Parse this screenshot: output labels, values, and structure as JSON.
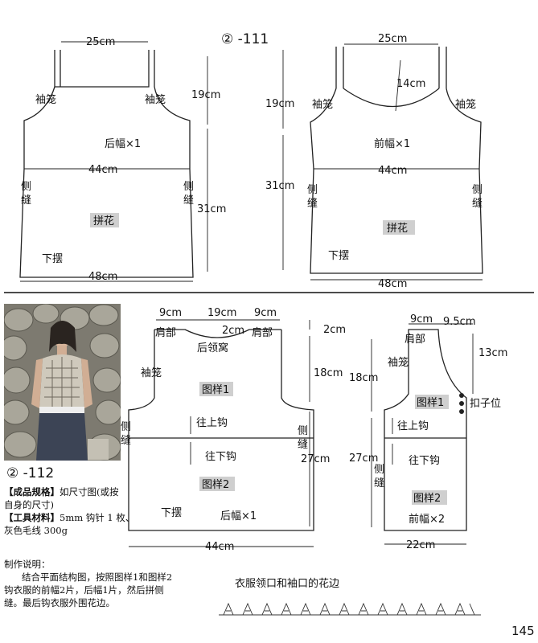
{
  "pattern_111": {
    "title": "② -111",
    "back": {
      "top_width": "25cm",
      "armhole_left": "袖笼",
      "armhole_right": "袖笼",
      "armhole_depth": "19cm",
      "label": "后幅×1",
      "chest": "44cm",
      "side_seam_left": [
        "侧",
        "缝"
      ],
      "side_seam_right": [
        "侧",
        "缝"
      ],
      "body_length": "31cm",
      "motif": "拼花",
      "hem": "下摆",
      "hem_width": "48cm"
    },
    "front": {
      "top_width": "25cm",
      "neck_depth": "14cm",
      "armhole_left": "袖笼",
      "armhole_right": "袖笼",
      "armhole_depth": "19cm",
      "label": "前幅×1",
      "chest": "44cm",
      "side_seam_left": [
        "侧",
        "缝"
      ],
      "side_seam_right": [
        "侧",
        "缝"
      ],
      "body_length": "31cm",
      "motif": "拼花",
      "hem": "下摆",
      "hem_width": "48cm"
    }
  },
  "pattern_112": {
    "title": "② -112",
    "back": {
      "shoulder_left": "9cm",
      "neck_width": "19cm",
      "shoulder_right": "9cm",
      "shoulder_label_left": "肩部",
      "shoulder_label_right": "肩部",
      "neck_drop": "2cm",
      "neck_drop_right": "2cm",
      "back_neck": "后领窝",
      "armhole": "袖笼",
      "armhole_depth": "18cm",
      "pattern1": "图样1",
      "crochet_up": "往上钩",
      "crochet_down": "往下钩",
      "side_seam_left": [
        "侧",
        "缝"
      ],
      "side_seam_right": [
        "侧",
        "缝"
      ],
      "lower_length": "27cm",
      "pattern2": "图样2",
      "hem": "下摆",
      "label": "后幅×1",
      "hem_width": "44cm"
    },
    "front": {
      "shoulder": "9cm",
      "neck_width": "9.5cm",
      "neck_depth": "13cm",
      "shoulder_label": "肩部",
      "armhole": "袖笼",
      "armhole_depth": "18cm",
      "pattern1": "图样1",
      "button": "扣子位",
      "crochet_up": "往上钩",
      "crochet_down": "往下钩",
      "lower_length": "27cm",
      "side_seam": [
        "侧",
        "缝"
      ],
      "pattern2": "图样2",
      "label": "前幅×2",
      "hem_width": "22cm"
    }
  },
  "notes": {
    "spec_label": "【成品规格】",
    "spec_text": "如尺寸图(或按",
    "spec_text2": "自身的尺寸)",
    "tools_label": "【工具材料】",
    "tools_text": "5mm 钩针 1 枚、",
    "tools_text2": "灰色毛线 300g",
    "method_title": "制作说明：",
    "method_1": "结合平面结构图，按照图样1和图样2",
    "method_2": "钩衣服的前幅2片，后幅1片，然后拼侧",
    "method_3": "缝。最后钩衣服外围花边。"
  },
  "edging_title": "衣服领口和袖口的花边",
  "page_number": "145"
}
